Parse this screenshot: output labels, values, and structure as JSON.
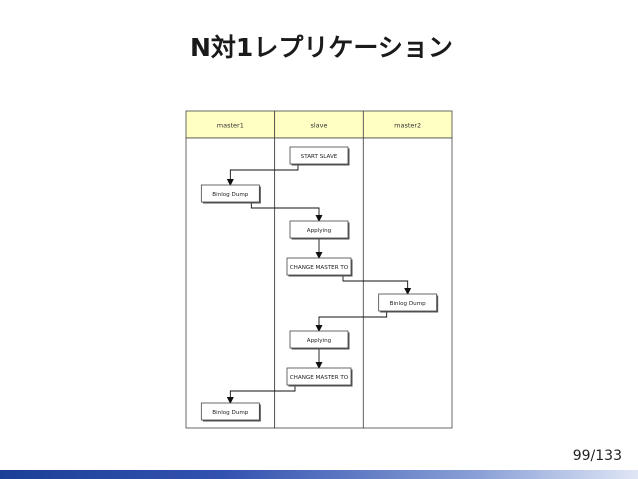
{
  "slide": {
    "title": "N対1レプリケーション",
    "page_current": "99",
    "page_total": "133",
    "page_label": "99/133"
  },
  "diagram": {
    "lanes": [
      {
        "id": "master1",
        "label": "master1"
      },
      {
        "id": "slave",
        "label": "slave"
      },
      {
        "id": "master2",
        "label": "master2"
      }
    ],
    "steps": [
      {
        "id": "start-slave",
        "lane": "slave",
        "label": "START SLAVE"
      },
      {
        "id": "binlog-dump-1",
        "lane": "master1",
        "label": "Binlog Dump"
      },
      {
        "id": "applying-1",
        "lane": "slave",
        "label": "Applying"
      },
      {
        "id": "change-master-1",
        "lane": "slave",
        "label": "CHANGE MASTER TO"
      },
      {
        "id": "binlog-dump-2",
        "lane": "master2",
        "label": "Binlog Dump"
      },
      {
        "id": "applying-2",
        "lane": "slave",
        "label": "Applying"
      },
      {
        "id": "change-master-2",
        "lane": "slave",
        "label": "CHANGE MASTER TO"
      },
      {
        "id": "binlog-dump-3",
        "lane": "master1",
        "label": "Binlog Dump"
      }
    ],
    "edges": [
      {
        "from": "start-slave",
        "to": "binlog-dump-1"
      },
      {
        "from": "binlog-dump-1",
        "to": "applying-1"
      },
      {
        "from": "applying-1",
        "to": "change-master-1"
      },
      {
        "from": "change-master-1",
        "to": "binlog-dump-2"
      },
      {
        "from": "binlog-dump-2",
        "to": "applying-2"
      },
      {
        "from": "applying-2",
        "to": "change-master-2"
      },
      {
        "from": "change-master-2",
        "to": "binlog-dump-3"
      }
    ],
    "colors": {
      "header_fill": "#ffffc4",
      "border": "#444444",
      "line": "#111111"
    }
  }
}
